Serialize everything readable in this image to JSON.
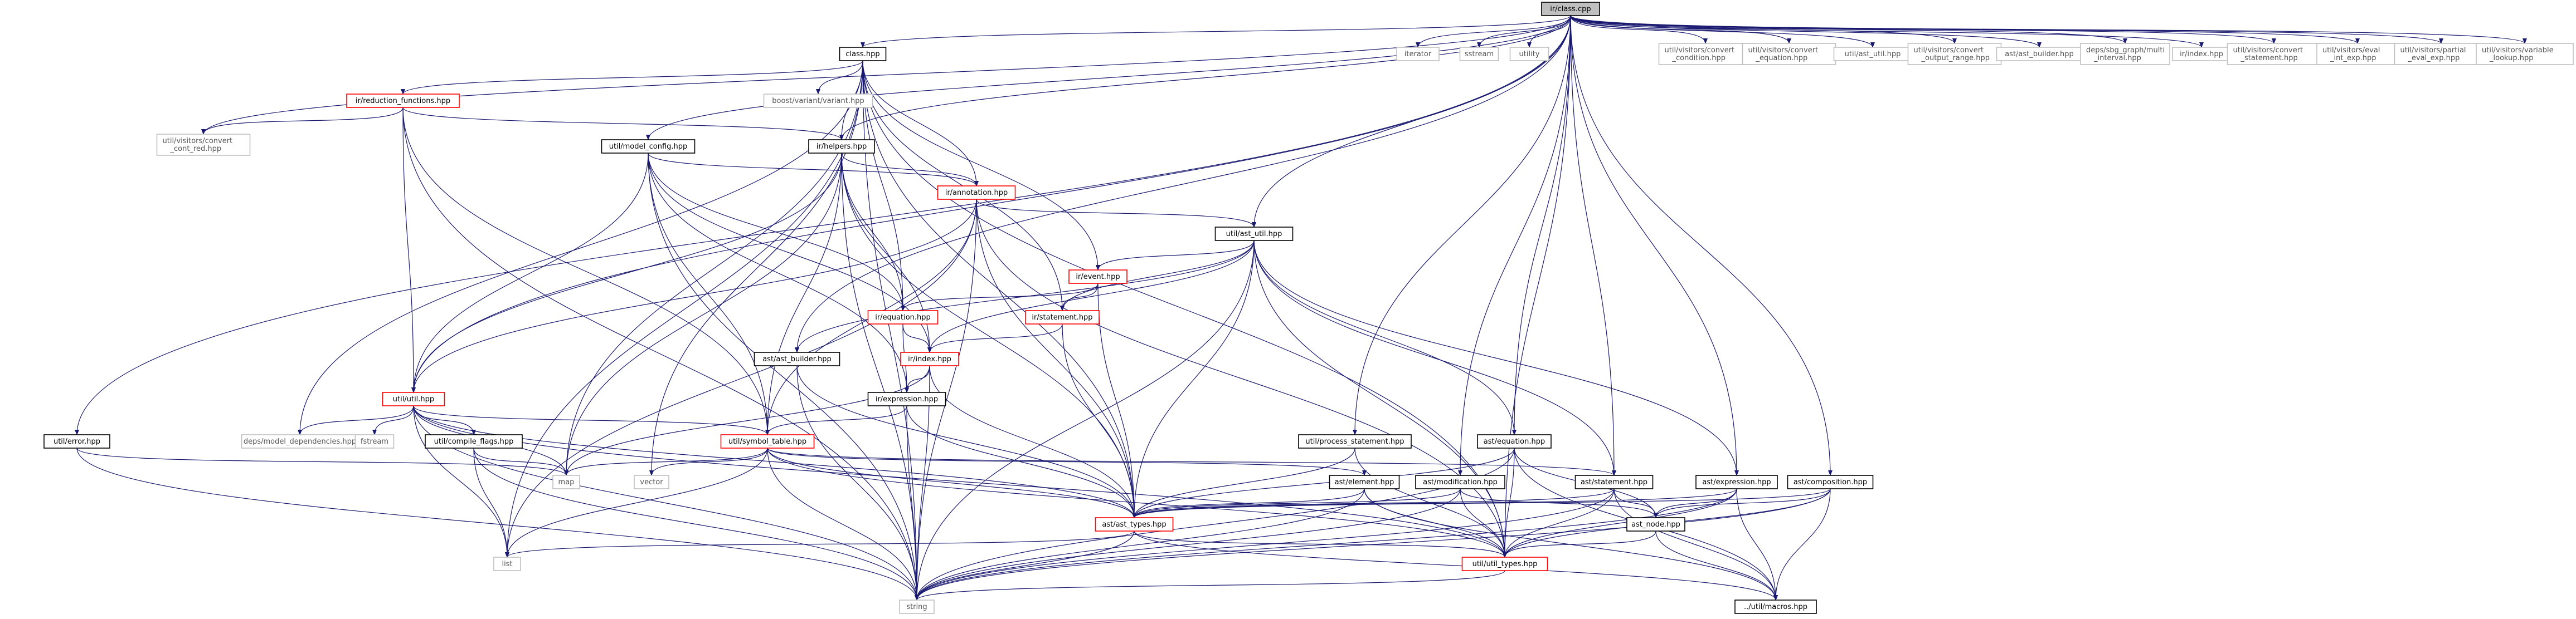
{
  "colors": {
    "edge": "#191970",
    "root_fill": "#bfbfbf",
    "box_stroke_documented": "#000000",
    "box_stroke_has_children": "#ff0000",
    "box_stroke_system": "#bfbfbf"
  },
  "nodes": [
    {
      "id": "root",
      "lines": [
        "ir/class.cpp"
      ],
      "kind": "root"
    },
    {
      "id": "class_hpp",
      "lines": [
        "class.hpp"
      ],
      "kind": "doc"
    },
    {
      "id": "iterator",
      "lines": [
        "iterator"
      ],
      "kind": "sys"
    },
    {
      "id": "sstream",
      "lines": [
        "sstream"
      ],
      "kind": "sys"
    },
    {
      "id": "utility",
      "lines": [
        "utility"
      ],
      "kind": "sys"
    },
    {
      "id": "vis_conv_cond",
      "lines": [
        "util/visitors/convert",
        "_condition.hpp"
      ],
      "kind": "sys"
    },
    {
      "id": "vis_conv_eq",
      "lines": [
        "util/visitors/convert",
        "_equation.hpp"
      ],
      "kind": "sys"
    },
    {
      "id": "ast_util_gray",
      "lines": [
        "util/ast_util.hpp"
      ],
      "kind": "sys"
    },
    {
      "id": "vis_conv_out",
      "lines": [
        "util/visitors/convert",
        "_output_range.hpp"
      ],
      "kind": "sys"
    },
    {
      "id": "ast_builder_gray",
      "lines": [
        "ast/ast_builder.hpp"
      ],
      "kind": "sys"
    },
    {
      "id": "sbg_graph",
      "lines": [
        "deps/sbg_graph/multi",
        "_interval.hpp"
      ],
      "kind": "sys"
    },
    {
      "id": "ir_index_gray",
      "lines": [
        "ir/index.hpp"
      ],
      "kind": "sys"
    },
    {
      "id": "vis_conv_stmt",
      "lines": [
        "util/visitors/convert",
        "_statement.hpp"
      ],
      "kind": "sys"
    },
    {
      "id": "vis_eval_int",
      "lines": [
        "util/visitors/eval",
        "_int_exp.hpp"
      ],
      "kind": "sys"
    },
    {
      "id": "vis_partial",
      "lines": [
        "util/visitors/partial",
        "_eval_exp.hpp"
      ],
      "kind": "sys"
    },
    {
      "id": "vis_var_lookup",
      "lines": [
        "util/visitors/variable",
        "_lookup.hpp"
      ],
      "kind": "sys"
    },
    {
      "id": "red_func",
      "lines": [
        "ir/reduction_functions.hpp"
      ],
      "kind": "red"
    },
    {
      "id": "boost_variant",
      "lines": [
        "boost/variant/variant.hpp"
      ],
      "kind": "sys"
    },
    {
      "id": "vis_conv_cont",
      "lines": [
        "util/visitors/convert",
        "_cont_red.hpp"
      ],
      "kind": "sys"
    },
    {
      "id": "model_config",
      "lines": [
        "util/model_config.hpp"
      ],
      "kind": "doc"
    },
    {
      "id": "helpers",
      "lines": [
        "ir/helpers.hpp"
      ],
      "kind": "doc"
    },
    {
      "id": "annotation",
      "lines": [
        "ir/annotation.hpp"
      ],
      "kind": "red"
    },
    {
      "id": "ast_util",
      "lines": [
        "util/ast_util.hpp"
      ],
      "kind": "doc"
    },
    {
      "id": "event",
      "lines": [
        "ir/event.hpp"
      ],
      "kind": "red"
    },
    {
      "id": "ir_statement",
      "lines": [
        "ir/statement.hpp"
      ],
      "kind": "red"
    },
    {
      "id": "ir_equation",
      "lines": [
        "ir/equation.hpp"
      ],
      "kind": "red"
    },
    {
      "id": "ast_builder",
      "lines": [
        "ast/ast_builder.hpp"
      ],
      "kind": "doc"
    },
    {
      "id": "ir_index",
      "lines": [
        "ir/index.hpp"
      ],
      "kind": "red"
    },
    {
      "id": "ir_expression",
      "lines": [
        "ir/expression.hpp"
      ],
      "kind": "doc"
    },
    {
      "id": "util_util",
      "lines": [
        "util/util.hpp"
      ],
      "kind": "red"
    },
    {
      "id": "util_error",
      "lines": [
        "util/error.hpp"
      ],
      "kind": "doc"
    },
    {
      "id": "deps_model",
      "lines": [
        "deps/model_dependencies.hpp"
      ],
      "kind": "sys"
    },
    {
      "id": "fstream",
      "lines": [
        "fstream"
      ],
      "kind": "sys"
    },
    {
      "id": "compile_flags",
      "lines": [
        "util/compile_flags.hpp"
      ],
      "kind": "doc"
    },
    {
      "id": "symbol_table",
      "lines": [
        "util/symbol_table.hpp"
      ],
      "kind": "red"
    },
    {
      "id": "process_stmt",
      "lines": [
        "util/process_statement.hpp"
      ],
      "kind": "doc"
    },
    {
      "id": "ast_equation",
      "lines": [
        "ast/equation.hpp"
      ],
      "kind": "doc"
    },
    {
      "id": "map",
      "lines": [
        "map"
      ],
      "kind": "sys"
    },
    {
      "id": "vector",
      "lines": [
        "vector"
      ],
      "kind": "sys"
    },
    {
      "id": "ast_element",
      "lines": [
        "ast/element.hpp"
      ],
      "kind": "doc"
    },
    {
      "id": "ast_modification",
      "lines": [
        "ast/modification.hpp"
      ],
      "kind": "doc"
    },
    {
      "id": "ast_statement",
      "lines": [
        "ast/statement.hpp"
      ],
      "kind": "doc"
    },
    {
      "id": "ast_expression",
      "lines": [
        "ast/expression.hpp"
      ],
      "kind": "doc"
    },
    {
      "id": "ast_composition",
      "lines": [
        "ast/composition.hpp"
      ],
      "kind": "doc"
    },
    {
      "id": "ast_types",
      "lines": [
        "ast/ast_types.hpp"
      ],
      "kind": "red"
    },
    {
      "id": "ast_node",
      "lines": [
        "ast_node.hpp"
      ],
      "kind": "doc"
    },
    {
      "id": "list",
      "lines": [
        "list"
      ],
      "kind": "sys"
    },
    {
      "id": "util_types",
      "lines": [
        "util/util_types.hpp"
      ],
      "kind": "red"
    },
    {
      "id": "string",
      "lines": [
        "string"
      ],
      "kind": "sys"
    },
    {
      "id": "macros",
      "lines": [
        "../util/macros.hpp"
      ],
      "kind": "doc"
    }
  ],
  "edges": [
    [
      "root",
      "class_hpp"
    ],
    [
      "root",
      "iterator"
    ],
    [
      "root",
      "sstream"
    ],
    [
      "root",
      "utility"
    ],
    [
      "root",
      "vis_conv_cond"
    ],
    [
      "root",
      "vis_conv_eq"
    ],
    [
      "root",
      "ast_util_gray"
    ],
    [
      "root",
      "vis_conv_out"
    ],
    [
      "root",
      "ast_builder_gray"
    ],
    [
      "root",
      "sbg_graph"
    ],
    [
      "root",
      "ir_index_gray"
    ],
    [
      "root",
      "vis_conv_stmt"
    ],
    [
      "root",
      "vis_eval_int"
    ],
    [
      "root",
      "vis_partial"
    ],
    [
      "root",
      "vis_var_lookup"
    ],
    [
      "root",
      "util_error"
    ],
    [
      "root",
      "util_util"
    ],
    [
      "root",
      "vis_conv_cont"
    ],
    [
      "root",
      "helpers"
    ],
    [
      "root",
      "model_config"
    ],
    [
      "root",
      "ast_builder"
    ],
    [
      "root",
      "ast_util"
    ],
    [
      "root",
      "process_stmt"
    ],
    [
      "root",
      "ast_equation"
    ],
    [
      "root",
      "ast_modification"
    ],
    [
      "root",
      "ast_statement"
    ],
    [
      "root",
      "ast_expression"
    ],
    [
      "root",
      "ast_composition"
    ],
    [
      "root",
      "util_types"
    ],
    [
      "class_hpp",
      "red_func"
    ],
    [
      "class_hpp",
      "boost_variant"
    ],
    [
      "class_hpp",
      "helpers"
    ],
    [
      "class_hpp",
      "annotation"
    ],
    [
      "class_hpp",
      "event"
    ],
    [
      "class_hpp",
      "ir_statement"
    ],
    [
      "class_hpp",
      "ir_equation"
    ],
    [
      "class_hpp",
      "ast_types"
    ],
    [
      "class_hpp",
      "deps_model"
    ],
    [
      "class_hpp",
      "map"
    ],
    [
      "class_hpp",
      "vector"
    ],
    [
      "class_hpp",
      "string"
    ],
    [
      "class_hpp",
      "list"
    ],
    [
      "class_hpp",
      "util_types"
    ],
    [
      "red_func",
      "vis_conv_cont"
    ],
    [
      "red_func",
      "util_util"
    ],
    [
      "red_func",
      "symbol_table"
    ],
    [
      "red_func",
      "string"
    ],
    [
      "red_func",
      "helpers"
    ],
    [
      "model_config",
      "annotation"
    ],
    [
      "model_config",
      "ir_equation"
    ],
    [
      "model_config",
      "symbol_table"
    ],
    [
      "model_config",
      "util_util"
    ],
    [
      "model_config",
      "string"
    ],
    [
      "model_config",
      "ir_expression"
    ],
    [
      "model_config",
      "ir_index"
    ],
    [
      "helpers",
      "annotation"
    ],
    [
      "helpers",
      "ir_equation"
    ],
    [
      "helpers",
      "ir_index"
    ],
    [
      "helpers",
      "ast_types"
    ],
    [
      "helpers",
      "util_util"
    ],
    [
      "helpers",
      "string"
    ],
    [
      "helpers",
      "symbol_table"
    ],
    [
      "helpers",
      "map"
    ],
    [
      "annotation",
      "ast_util"
    ],
    [
      "annotation",
      "util_util"
    ],
    [
      "annotation",
      "string"
    ],
    [
      "annotation",
      "ast_types"
    ],
    [
      "annotation",
      "symbol_table"
    ],
    [
      "annotation",
      "list"
    ],
    [
      "annotation",
      "util_types"
    ],
    [
      "ast_util",
      "event"
    ],
    [
      "ast_util",
      "ir_statement"
    ],
    [
      "ast_util",
      "ir_index"
    ],
    [
      "ast_util",
      "ast_builder"
    ],
    [
      "ast_util",
      "ast_equation"
    ],
    [
      "ast_util",
      "ast_statement"
    ],
    [
      "ast_util",
      "ast_expression"
    ],
    [
      "ast_util",
      "ast_types"
    ],
    [
      "ast_util",
      "string"
    ],
    [
      "ast_util",
      "util_types"
    ],
    [
      "event",
      "ir_equation"
    ],
    [
      "event",
      "ir_statement"
    ],
    [
      "event",
      "ast_types"
    ],
    [
      "ir_statement",
      "ir_index"
    ],
    [
      "ir_statement",
      "ast_types"
    ],
    [
      "ir_equation",
      "ir_index"
    ],
    [
      "ir_equation",
      "ir_expression"
    ],
    [
      "ir_index",
      "ir_expression"
    ],
    [
      "ir_index",
      "map"
    ],
    [
      "ir_index",
      "string"
    ],
    [
      "ir_index",
      "ast_types"
    ],
    [
      "ir_expression",
      "symbol_table"
    ],
    [
      "ir_expression",
      "string"
    ],
    [
      "ir_expression",
      "ast_types"
    ],
    [
      "ast_builder",
      "ast_types"
    ],
    [
      "ast_builder",
      "string"
    ],
    [
      "util_util",
      "deps_model"
    ],
    [
      "util_util",
      "fstream"
    ],
    [
      "util_util",
      "compile_flags"
    ],
    [
      "util_util",
      "symbol_table"
    ],
    [
      "util_util",
      "map"
    ],
    [
      "util_util",
      "list"
    ],
    [
      "util_util",
      "string"
    ],
    [
      "util_util",
      "ast_types"
    ],
    [
      "util_util",
      "util_types"
    ],
    [
      "util_error",
      "string"
    ],
    [
      "util_error",
      "map"
    ],
    [
      "compile_flags",
      "list"
    ],
    [
      "compile_flags",
      "map"
    ],
    [
      "compile_flags",
      "string"
    ],
    [
      "symbol_table",
      "map"
    ],
    [
      "symbol_table",
      "vector"
    ],
    [
      "symbol_table",
      "string"
    ],
    [
      "symbol_table",
      "list"
    ],
    [
      "symbol_table",
      "ast_types"
    ],
    [
      "symbol_table",
      "util_types"
    ],
    [
      "symbol_table",
      "ast_element"
    ],
    [
      "symbol_table",
      "ast_statement"
    ],
    [
      "process_stmt",
      "ast_types"
    ],
    [
      "process_stmt",
      "util_types"
    ],
    [
      "ast_equation",
      "ast_types"
    ],
    [
      "ast_equation",
      "ast_node"
    ],
    [
      "ast_equation",
      "util_types"
    ],
    [
      "ast_equation",
      "string"
    ],
    [
      "ast_equation",
      "macros"
    ],
    [
      "ast_element",
      "ast_types"
    ],
    [
      "ast_element",
      "util_types"
    ],
    [
      "ast_element",
      "string"
    ],
    [
      "ast_element",
      "macros"
    ],
    [
      "ast_modification",
      "ast_types"
    ],
    [
      "ast_modification",
      "ast_node"
    ],
    [
      "ast_modification",
      "util_types"
    ],
    [
      "ast_modification",
      "string"
    ],
    [
      "ast_statement",
      "ast_types"
    ],
    [
      "ast_statement",
      "ast_node"
    ],
    [
      "ast_statement",
      "util_types"
    ],
    [
      "ast_statement",
      "string"
    ],
    [
      "ast_statement",
      "macros"
    ],
    [
      "ast_expression",
      "ast_types"
    ],
    [
      "ast_expression",
      "ast_node"
    ],
    [
      "ast_expression",
      "util_types"
    ],
    [
      "ast_expression",
      "string"
    ],
    [
      "ast_expression",
      "macros"
    ],
    [
      "ast_composition",
      "ast_types"
    ],
    [
      "ast_composition",
      "ast_node"
    ],
    [
      "ast_composition",
      "util_types"
    ],
    [
      "ast_composition",
      "string"
    ],
    [
      "ast_composition",
      "macros"
    ],
    [
      "ast_types",
      "list"
    ],
    [
      "ast_types",
      "string"
    ],
    [
      "ast_types",
      "util_types"
    ],
    [
      "ast_types",
      "macros"
    ],
    [
      "ast_node",
      "util_types"
    ],
    [
      "ast_node",
      "macros"
    ],
    [
      "util_types",
      "string"
    ]
  ]
}
